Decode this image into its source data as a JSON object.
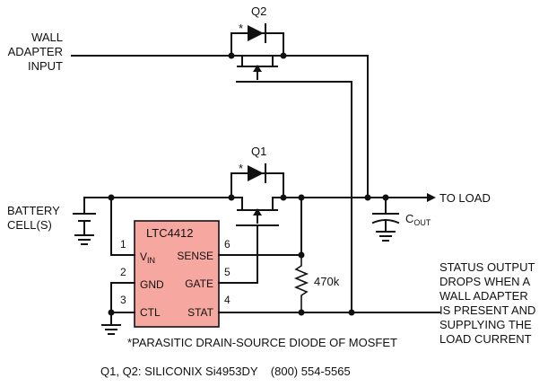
{
  "labels": {
    "wall_adapter": [
      "WALL",
      "ADAPTER",
      "INPUT"
    ],
    "battery": [
      "BATTERY",
      "CELL(S)"
    ],
    "to_load": "TO LOAD",
    "cout_main": "C",
    "cout_sub": "OUT",
    "resistor": "470k",
    "status": [
      "STATUS OUTPUT",
      "DROPS WHEN A",
      "WALL ADAPTER",
      "IS PRESENT AND",
      "SUPPLYING THE",
      "LOAD CURRENT"
    ],
    "footnote": "*PARASITIC DRAIN-SOURCE DIODE OF MOSFET",
    "parts": "Q1, Q2: SILICONIX Si4953DY    (800) 554-5565"
  },
  "transistors": {
    "q1": "Q1",
    "q2": "Q2",
    "asterisk": "*"
  },
  "ic": {
    "name": "LTC4412",
    "vin_main": "V",
    "vin_sub": "IN",
    "pins_left": [
      "GND",
      "CTL"
    ],
    "pins_right": [
      "SENSE",
      "GATE",
      "STAT"
    ],
    "pin_numbers": [
      "1",
      "2",
      "3",
      "6",
      "5",
      "4"
    ]
  },
  "colors": {
    "ic_fill": "#f6a8a0",
    "ink": "#111111"
  }
}
